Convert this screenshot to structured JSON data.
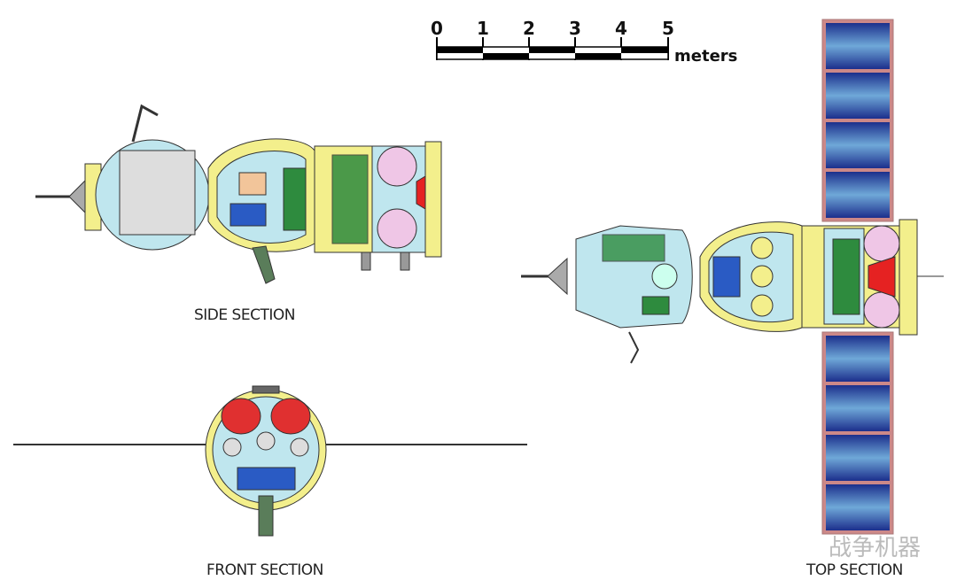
{
  "scale_bar": {
    "ticks": [
      "0",
      "1",
      "2",
      "3",
      "4",
      "5"
    ],
    "unit": "meters"
  },
  "labels": {
    "side": "SIDE SECTION",
    "front": "FRONT SECTION",
    "top": "TOP SECTION"
  },
  "watermark": "战争机器",
  "colors": {
    "cabin": "#bfe6ee",
    "structure": "#f3ef8c",
    "tanks": "#efc6e6",
    "equipment": "#2e8b3e",
    "seats": "#2a5bc4",
    "nozzle": "#e52222",
    "panel": "#1c2f8c"
  }
}
